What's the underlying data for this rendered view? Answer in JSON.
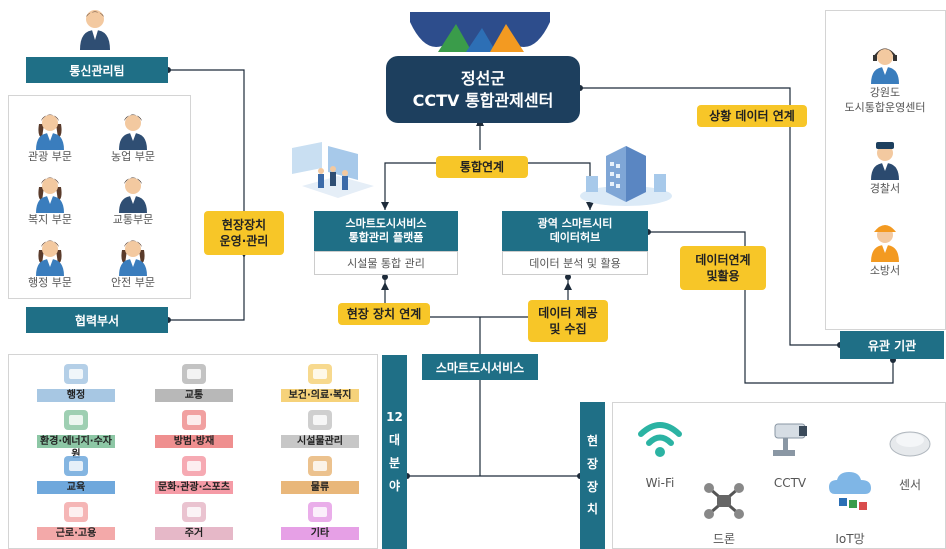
{
  "center": {
    "title_line1": "정선군",
    "title_line2": "CCTV 통합관제센터"
  },
  "comm_team": "통신관리팀",
  "coop_dept": "협력부서",
  "departments": [
    {
      "label": "관광 부문",
      "icon": "person-female-icon"
    },
    {
      "label": "농업 부문",
      "icon": "person-male-icon"
    },
    {
      "label": "복지 부문",
      "icon": "person-female-icon"
    },
    {
      "label": "교통부문",
      "icon": "person-male-icon"
    },
    {
      "label": "행정 부문",
      "icon": "person-female-icon"
    },
    {
      "label": "안전 부문",
      "icon": "person-female-icon"
    }
  ],
  "tags": {
    "field_ops": [
      "현장장치",
      "운영·관리"
    ],
    "integration": "통합연계",
    "situation": "상황 데이터 연계",
    "data_link": [
      "데이터연계",
      "및활용"
    ],
    "field_link": "현장 장치 연계",
    "data_collect": [
      "데이터 제공",
      "및 수집"
    ]
  },
  "platform": {
    "title_line1": "스마트도시서비스",
    "title_line2": "통합관리 플랫폼",
    "sub": "시설물 통합 관리"
  },
  "hub": {
    "title_line1": "광역 스마트시티",
    "title_line2": "데이터허브",
    "sub": "데이터 분석 및 활용"
  },
  "right_panel": {
    "items": [
      {
        "label_line1": "강원도",
        "label_line2": "도시통합운영센터",
        "icon": "operator-headset-icon"
      },
      {
        "label_line1": "경찰서",
        "label_line2": "",
        "icon": "police-officer-icon"
      },
      {
        "label_line1": "소방서",
        "label_line2": "",
        "icon": "firefighter-icon"
      }
    ]
  },
  "related_agency": "유관 기관",
  "smart_service": "스마트도시서비스",
  "twelve_fields": [
    "12",
    "대",
    "분",
    "야"
  ],
  "field_devices_vertical": [
    "현",
    "장",
    "장",
    "치"
  ],
  "categories": [
    {
      "label": "행정",
      "color": "#a7c7e3",
      "icon": "government-building-icon"
    },
    {
      "label": "교통",
      "color": "#b8b8b8",
      "icon": "bus-icon"
    },
    {
      "label": "보건·의료·복지",
      "color": "#f6d27a",
      "icon": "doctor-consult-icon"
    },
    {
      "label": "환경·에너지·수자원",
      "color": "#8dc7a5",
      "icon": "environment-icon"
    },
    {
      "label": "방범·방재",
      "color": "#ef8f8f",
      "icon": "police-car-icon"
    },
    {
      "label": "시설물관리",
      "color": "#c7c7c7",
      "icon": "facility-worker-icon"
    },
    {
      "label": "교육",
      "color": "#6fa8dc",
      "icon": "education-icon"
    },
    {
      "label": "문화·관광·스포츠",
      "color": "#f59ba6",
      "icon": "culture-flag-icon"
    },
    {
      "label": "물류",
      "color": "#e9b77a",
      "icon": "logistics-icon"
    },
    {
      "label": "근로·고용",
      "color": "#f3a9a9",
      "icon": "employment-icon"
    },
    {
      "label": "주거",
      "color": "#e6b8c8",
      "icon": "house-icon"
    },
    {
      "label": "기타",
      "color": "#e6a0e6",
      "icon": "tools-icon"
    }
  ],
  "devices": [
    {
      "label": "Wi-Fi",
      "icon": "wifi-icon"
    },
    {
      "label": "CCTV",
      "icon": "cctv-icon"
    },
    {
      "label": "센서",
      "icon": "sensor-icon"
    },
    {
      "label": "드론",
      "icon": "drone-icon"
    },
    {
      "label": "IoT망",
      "icon": "iot-cloud-icon"
    }
  ],
  "colors": {
    "teal": "#1f6f86",
    "navy": "#1d3f5e",
    "yellow": "#f7c628"
  }
}
